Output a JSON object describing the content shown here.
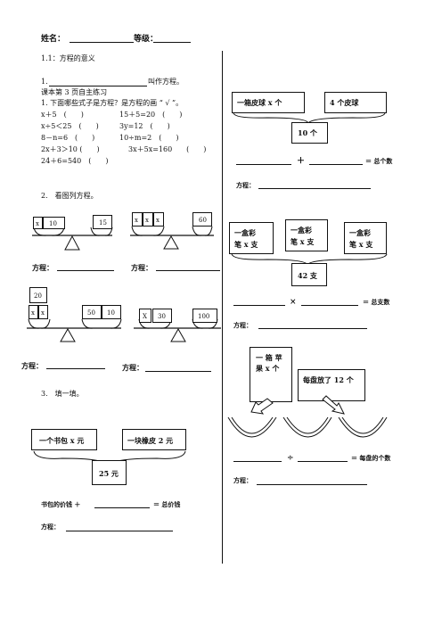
{
  "header": {
    "name_label": "姓名：",
    "grade_label": "等级："
  },
  "section1": {
    "title": "1.1：方程的意义",
    "definition_prefix": "1.",
    "definition_suffix": "叫作方程。",
    "book_ref": "课本第 3 页自主练习",
    "instruction": "1. 下面哪些式子是方程？是方程的画 “ √ ”。",
    "items": [
      "x＋5　(　　)",
      "15＋5=20　(　　)",
      "x÷5＜25　(　　)",
      "3y=12　(　　)",
      "8－n=6　(　　)",
      "10÷m=2　(　　)",
      "2x＋3＞10 (　　)",
      "3x＋5x=160　　(　　)",
      "24＋6=540　(　　)"
    ]
  },
  "section2": {
    "title": "2.　看图列方程。",
    "fangcheng_label": "方程：",
    "scale1": {
      "left": [
        "x",
        "10"
      ],
      "right": [
        "15"
      ]
    },
    "scale2": {
      "left": [
        "x",
        "x",
        "x"
      ],
      "right": [
        "60"
      ]
    },
    "scale3": {
      "top": "20",
      "left": [
        "x",
        "x"
      ],
      "right": [
        "50",
        "10"
      ]
    },
    "scale4": {
      "left": [
        "X",
        "30"
      ],
      "right": [
        "100"
      ]
    }
  },
  "section3": {
    "title": "3.　填一填。",
    "box1": "一个书包 x 元",
    "box2": "一块橡皮 2 元",
    "total": "25 元",
    "eq_left": "书包的价钱 ＋",
    "eq_right": "＝ 总价钱",
    "fangcheng_label": "方程："
  },
  "right": {
    "p1": {
      "box1": "一箱皮球 x 个",
      "box2": "4 个皮球",
      "total": "10 个",
      "eq_op": "＋",
      "eq_right": "＝ 总个数",
      "fangcheng_label": "方程："
    },
    "p2": {
      "box": [
        "一盒彩",
        "笔 x 支"
      ],
      "total": "42 支",
      "eq_op": "×",
      "eq_right": "＝ 总支数",
      "fangcheng_label": "方程："
    },
    "p3": {
      "box1": [
        "一 箱 苹",
        "果 x 个"
      ],
      "box2": "每盘放了 12 个",
      "eq_op": "÷",
      "eq_right": "＝ 每盘的个数",
      "fangcheng_label": "方程："
    }
  }
}
